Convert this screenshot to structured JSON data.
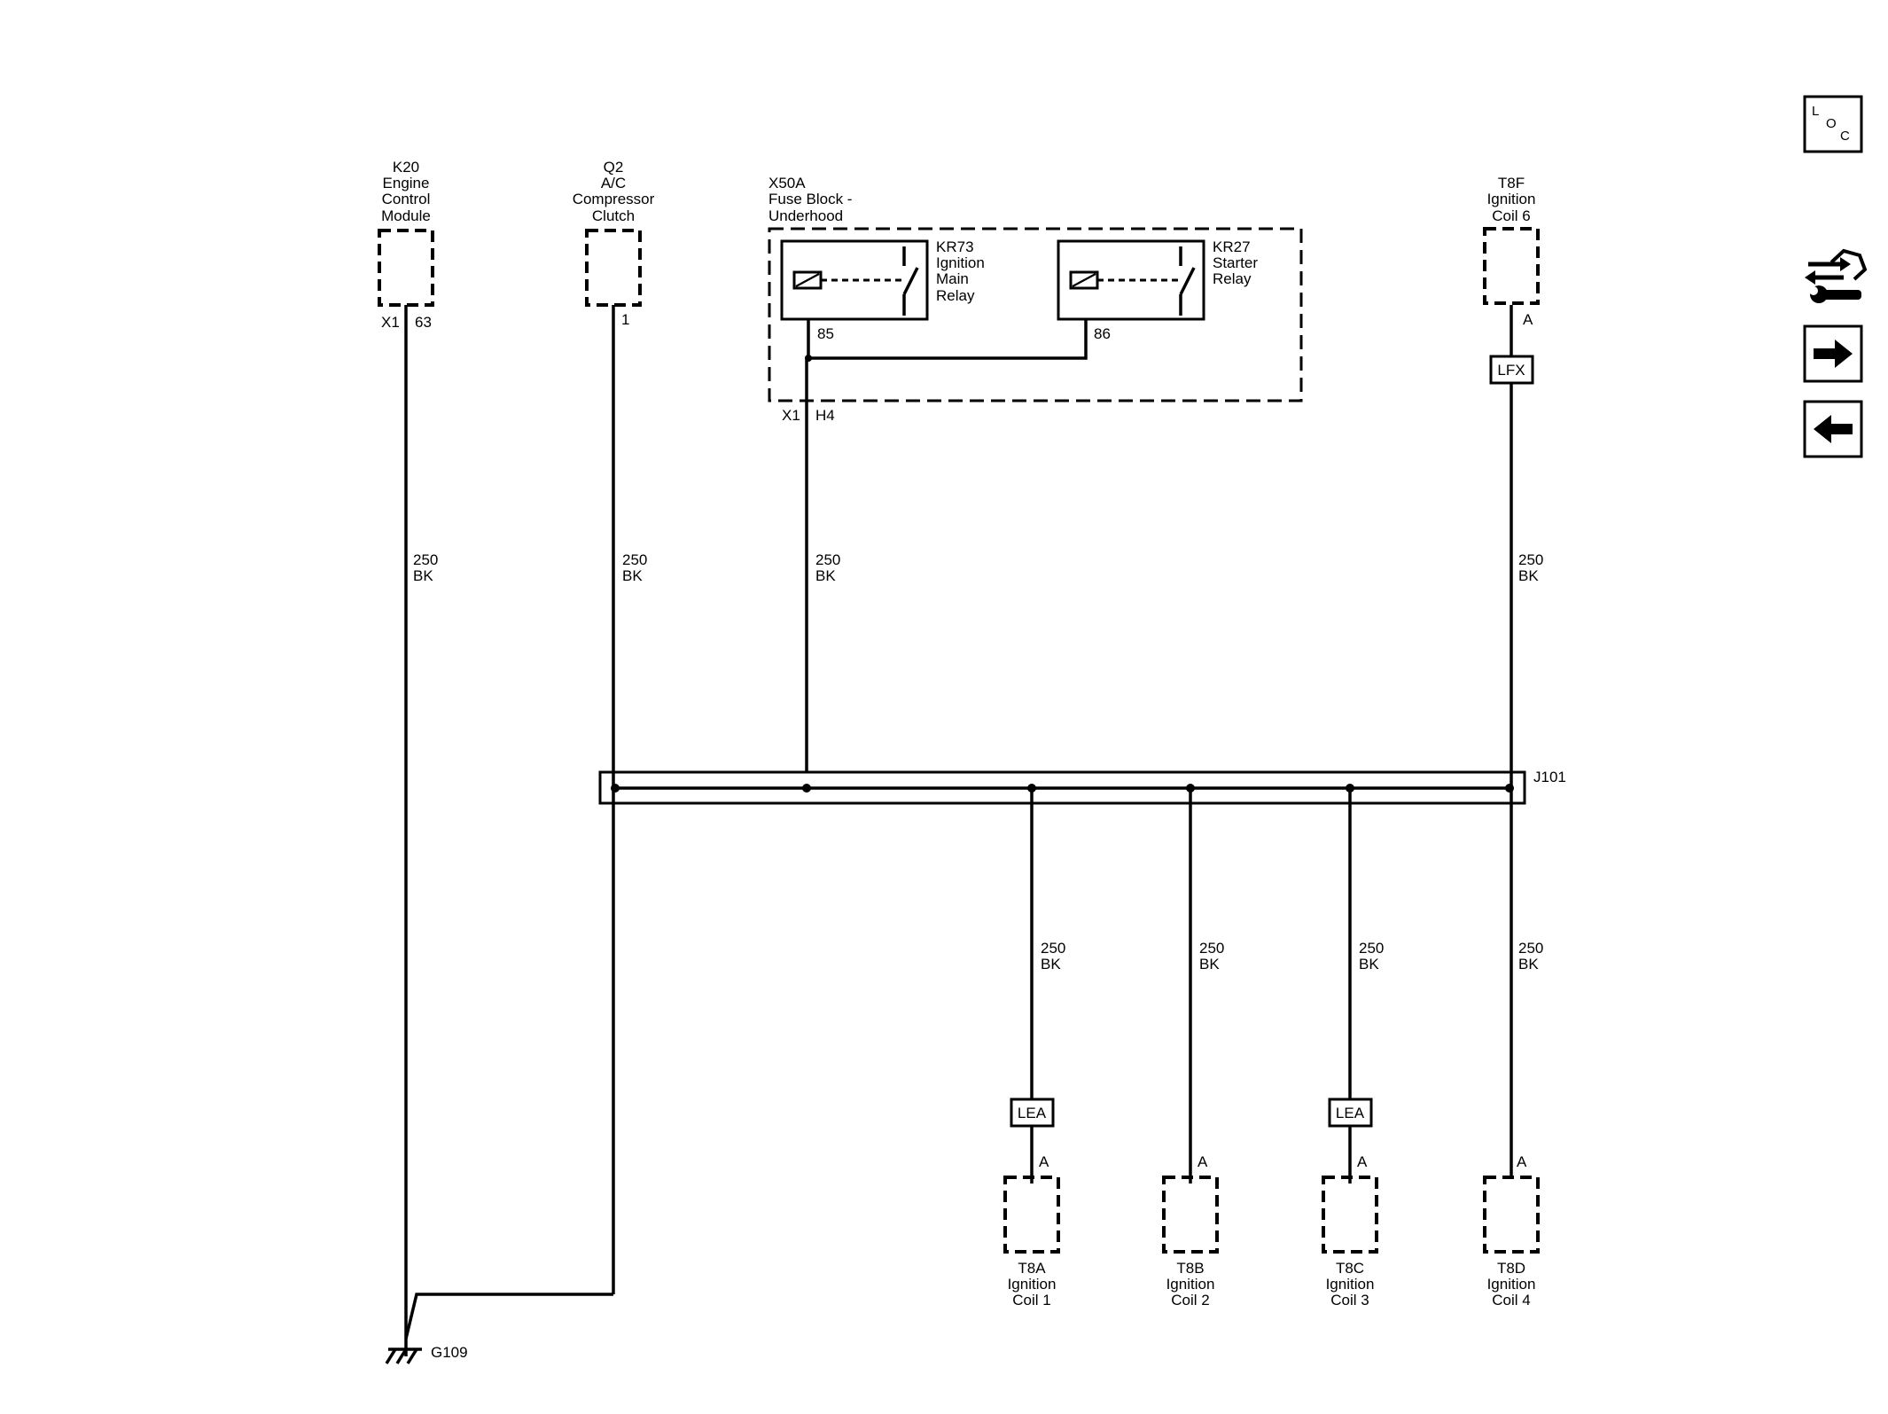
{
  "components": {
    "k20": {
      "id": "K20",
      "lines": [
        "Engine",
        "Control",
        "Module"
      ],
      "connector": "X1",
      "pin": "63"
    },
    "q2": {
      "id": "Q2",
      "lines": [
        "A/C",
        "Compressor",
        "Clutch"
      ],
      "pin": "1"
    },
    "x50a": {
      "id": "X50A",
      "lines": [
        "Fuse Block -",
        "Underhood"
      ],
      "connector": "X1",
      "pin": "H4"
    },
    "kr73": {
      "id": "KR73",
      "lines": [
        "Ignition",
        "Main",
        "Relay"
      ],
      "pin": "85"
    },
    "kr27": {
      "id": "KR27",
      "lines": [
        "Starter",
        "Relay"
      ],
      "pin": "86"
    },
    "t8f": {
      "id": "T8F",
      "lines": [
        "Ignition",
        "Coil 6"
      ],
      "pin": "A"
    },
    "t8a": {
      "id": "T8A",
      "lines": [
        "Ignition",
        "Coil 1"
      ],
      "pin": "A"
    },
    "t8b": {
      "id": "T8B",
      "lines": [
        "Ignition",
        "Coil 2"
      ],
      "pin": "A"
    },
    "t8c": {
      "id": "T8C",
      "lines": [
        "Ignition",
        "Coil 3"
      ],
      "pin": "A"
    },
    "t8d": {
      "id": "T8D",
      "lines": [
        "Ignition",
        "Coil 4"
      ],
      "pin": "A"
    }
  },
  "wire": {
    "gauge": "250",
    "color": "BK"
  },
  "splice": "J101",
  "ground": "G109",
  "option_codes": {
    "lfx": "LFX",
    "lea": "LEA"
  },
  "toolbar": {
    "loc": [
      "L",
      "O",
      "C"
    ],
    "icons": [
      "connector-wrench-icon",
      "arrow-right-icon",
      "arrow-left-icon"
    ]
  }
}
